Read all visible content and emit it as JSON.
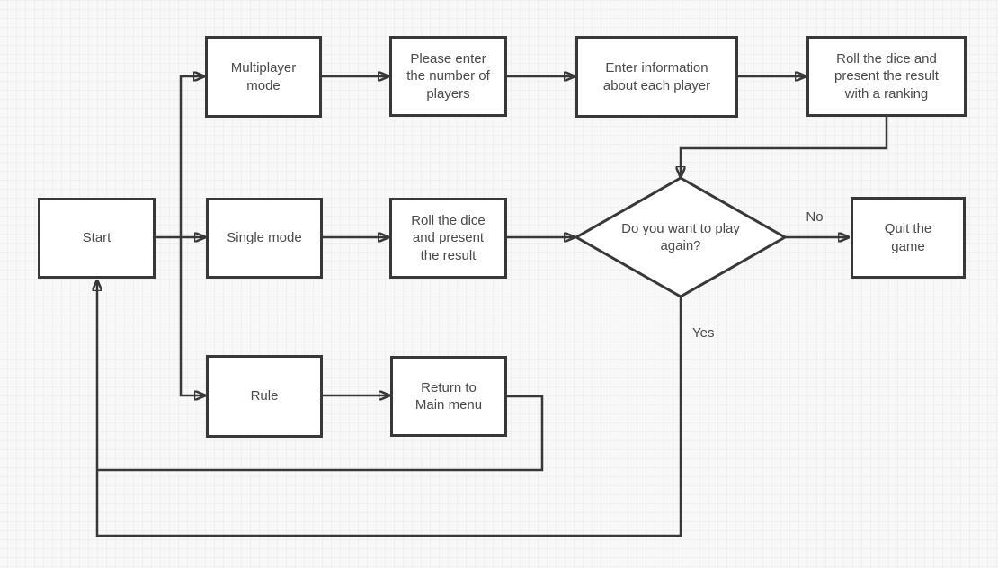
{
  "diagram": {
    "type": "flowchart",
    "subject": "dice-game flow",
    "colors": {
      "background": "#f8f8f8",
      "grid": "#e4e4e4",
      "node_fill": "#ffffff",
      "stroke": "#383838",
      "text": "#4a4a4a"
    },
    "nodes": [
      {
        "id": "start",
        "shape": "rect",
        "label": "Start"
      },
      {
        "id": "multiplayer-mode",
        "shape": "rect",
        "label": "Multiplayer mode"
      },
      {
        "id": "enter-number-players",
        "shape": "rect",
        "label": "Please enter the number of players"
      },
      {
        "id": "enter-player-info",
        "shape": "rect",
        "label": "Enter information about each player"
      },
      {
        "id": "roll-dice-ranking",
        "shape": "rect",
        "label": "Roll the dice and present the result with a ranking"
      },
      {
        "id": "single-mode",
        "shape": "rect",
        "label": "Single mode"
      },
      {
        "id": "roll-dice-result",
        "shape": "rect",
        "label": "Roll the dice and present the result"
      },
      {
        "id": "play-again",
        "shape": "diamond",
        "label": "Do you want to play again?"
      },
      {
        "id": "quit-game",
        "shape": "rect",
        "label": "Quit the game"
      },
      {
        "id": "rule",
        "shape": "rect",
        "label": "Rule"
      },
      {
        "id": "return-main-menu",
        "shape": "rect",
        "label": "Return to Main menu"
      }
    ],
    "edges": [
      {
        "from": "start",
        "to": "multiplayer-mode",
        "label": ""
      },
      {
        "from": "start",
        "to": "single-mode",
        "label": ""
      },
      {
        "from": "start",
        "to": "rule",
        "label": ""
      },
      {
        "from": "multiplayer-mode",
        "to": "enter-number-players",
        "label": ""
      },
      {
        "from": "enter-number-players",
        "to": "enter-player-info",
        "label": ""
      },
      {
        "from": "enter-player-info",
        "to": "roll-dice-ranking",
        "label": ""
      },
      {
        "from": "roll-dice-ranking",
        "to": "play-again",
        "label": ""
      },
      {
        "from": "single-mode",
        "to": "roll-dice-result",
        "label": ""
      },
      {
        "from": "roll-dice-result",
        "to": "play-again",
        "label": ""
      },
      {
        "from": "play-again",
        "to": "quit-game",
        "label": "No"
      },
      {
        "from": "play-again",
        "to": "start",
        "label": "Yes"
      },
      {
        "from": "rule",
        "to": "return-main-menu",
        "label": ""
      },
      {
        "from": "return-main-menu",
        "to": "start",
        "label": ""
      }
    ]
  }
}
